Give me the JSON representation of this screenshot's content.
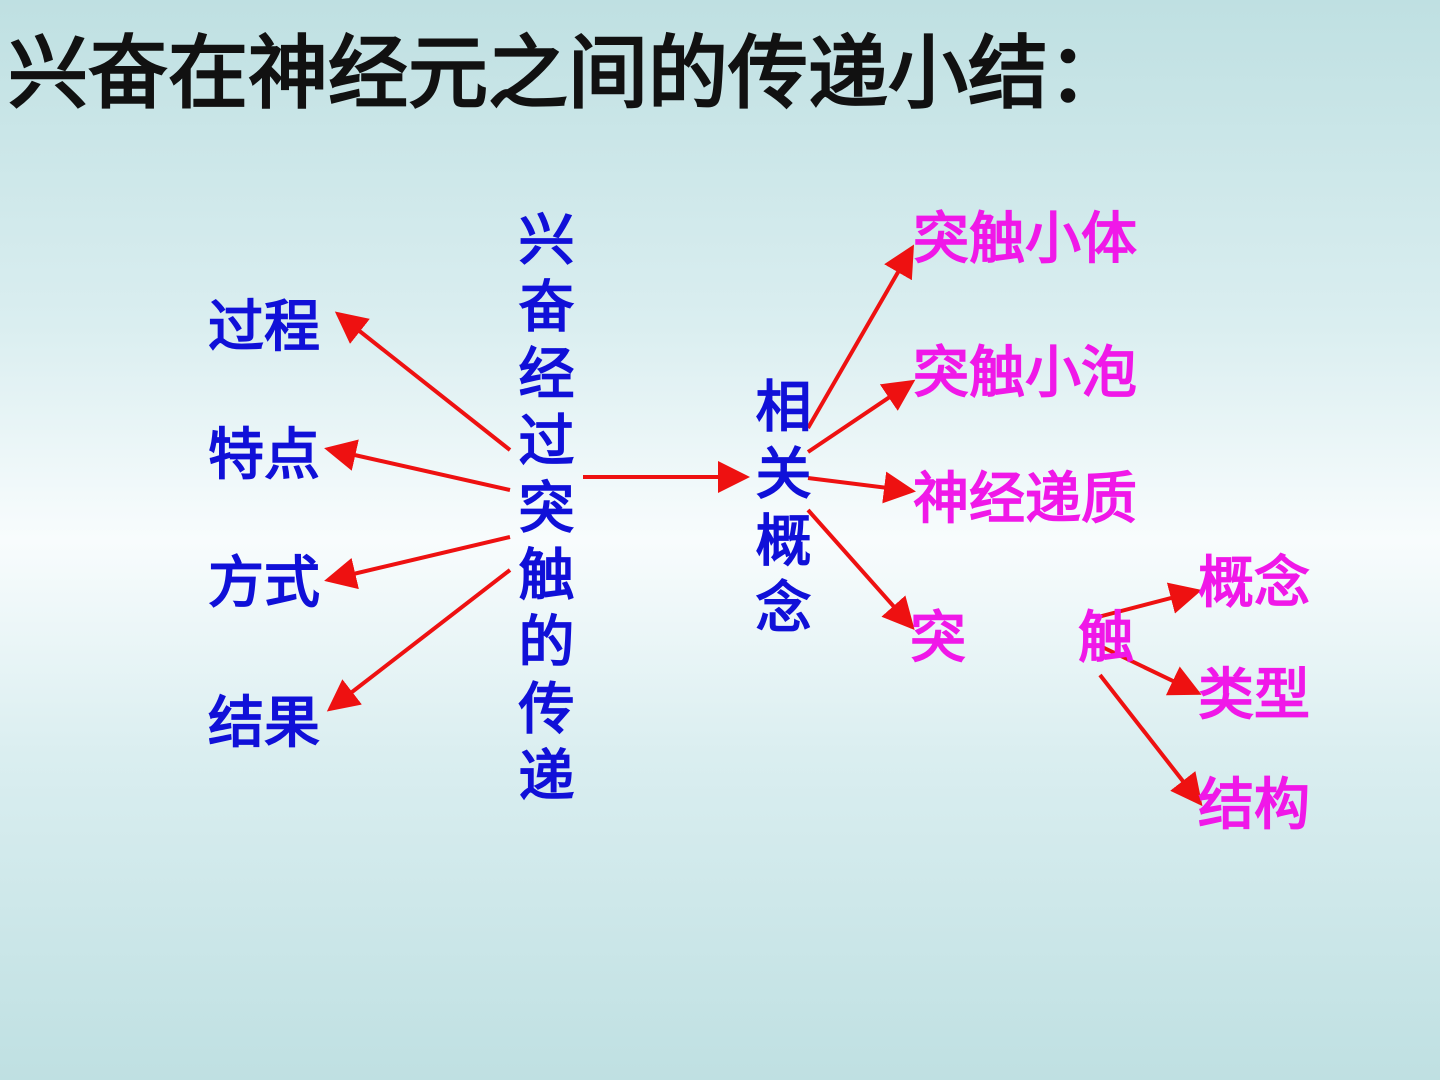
{
  "title": "兴奋在神经元之间的传递小结：",
  "center": "兴奋经过突触的传递",
  "left": [
    "过程",
    "特点",
    "方式",
    "结果"
  ],
  "concepts": {
    "label": "相关概念",
    "items": [
      "突触小体",
      "突触小泡",
      "神经递质"
    ],
    "synapse": {
      "first": "突",
      "second": "触"
    }
  },
  "synapse_branches": [
    "概念",
    "类型",
    "结构"
  ],
  "colors": {
    "title": "#111111",
    "blue_text": "#1010d8",
    "pink_text": "#f018e8",
    "arrow": "#ee1111"
  }
}
